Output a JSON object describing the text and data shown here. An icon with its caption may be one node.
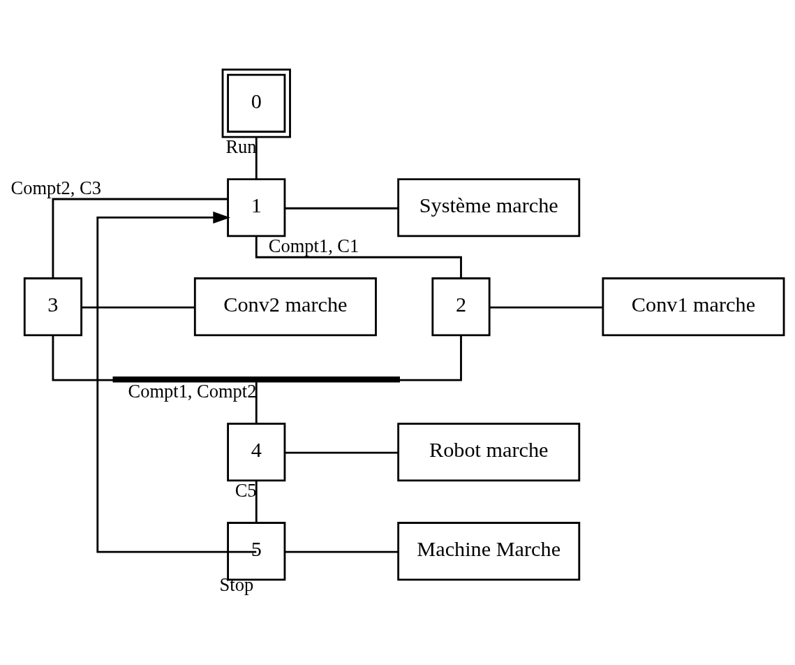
{
  "diagram": {
    "nodes": [
      {
        "text": [
          "0"
        ]
      },
      {
        "text": [
          "1"
        ]
      },
      {
        "text": [
          "Système marche"
        ]
      },
      {
        "text": [
          "3"
        ]
      },
      {
        "text": [
          "Conv2 marche"
        ]
      },
      {
        "text": [
          "2"
        ]
      },
      {
        "text": [
          "Conv1 marche"
        ]
      },
      {
        "text": [],
        "shape": "bar"
      },
      {
        "text": [
          "4"
        ]
      },
      {
        "text": [
          "Robot marche"
        ]
      },
      {
        "text": [
          "5"
        ]
      },
      {
        "text": [
          "Machine Marche"
        ]
      }
    ],
    "edges": [
      {
        "from": 0,
        "to": 1,
        "arrow": "none",
        "label": "Run"
      },
      {
        "from": 1,
        "to": 2,
        "arrow": "none"
      },
      {
        "from": 1,
        "to": 3,
        "arrow": "none",
        "label": "Compt2, C3"
      },
      {
        "from": 3,
        "to": 4,
        "arrow": "none"
      },
      {
        "from": 1,
        "to": 5,
        "arrow": "none",
        "label": "Compt1, C1"
      },
      {
        "from": 5,
        "to": 6,
        "arrow": "none"
      },
      {
        "from": 3,
        "to": 7,
        "arrow": "none"
      },
      {
        "from": 5,
        "to": 7,
        "arrow": "none"
      },
      {
        "from": 7,
        "to": 8,
        "arrow": "none",
        "label": "Compt1, Compt2"
      },
      {
        "from": 8,
        "to": 9,
        "arrow": "none"
      },
      {
        "from": 8,
        "to": 10,
        "arrow": "none",
        "label": "C5"
      },
      {
        "from": 10,
        "to": 11,
        "arrow": "none"
      },
      {
        "from": 10,
        "to": 1,
        "arrow": "to",
        "label": "Stop"
      }
    ]
  }
}
